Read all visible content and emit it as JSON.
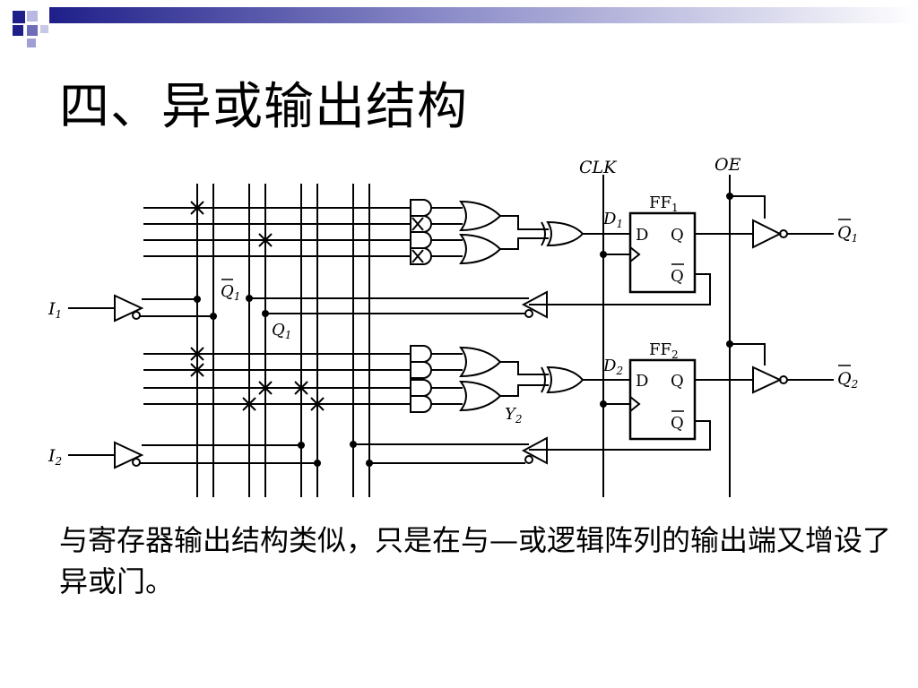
{
  "slide": {
    "title": "四、异或输出结构",
    "body": "与寄存器输出结构类似，只是在与—或逻辑阵列的输出端又增设了异或门。"
  },
  "diagram": {
    "labels": {
      "clk": "CLK",
      "oe": "OE",
      "ff1": "FF",
      "ff1_sub": "1",
      "ff2": "FF",
      "ff2_sub": "2",
      "d1": "D",
      "d1_sub": "1",
      "d2": "D",
      "d2_sub": "2",
      "d_pin": "D",
      "q_pin": "Q",
      "qbar_pin": "Q",
      "q1_out": "Q",
      "q1_out_sub": "1",
      "q2_out": "Q",
      "q2_out_sub": "2",
      "i1": "I",
      "i1_sub": "1",
      "i2": "I",
      "i2_sub": "2",
      "qbar1_fb": "Q",
      "qbar1_fb_sub": "1",
      "q1_fb": "Q",
      "q1_fb_sub": "1",
      "y2": "Y",
      "y2_sub": "2"
    }
  },
  "colors": {
    "accent_dark": "#1f1f8a",
    "accent_light": "#9a9ad0",
    "ink": "#000000"
  }
}
